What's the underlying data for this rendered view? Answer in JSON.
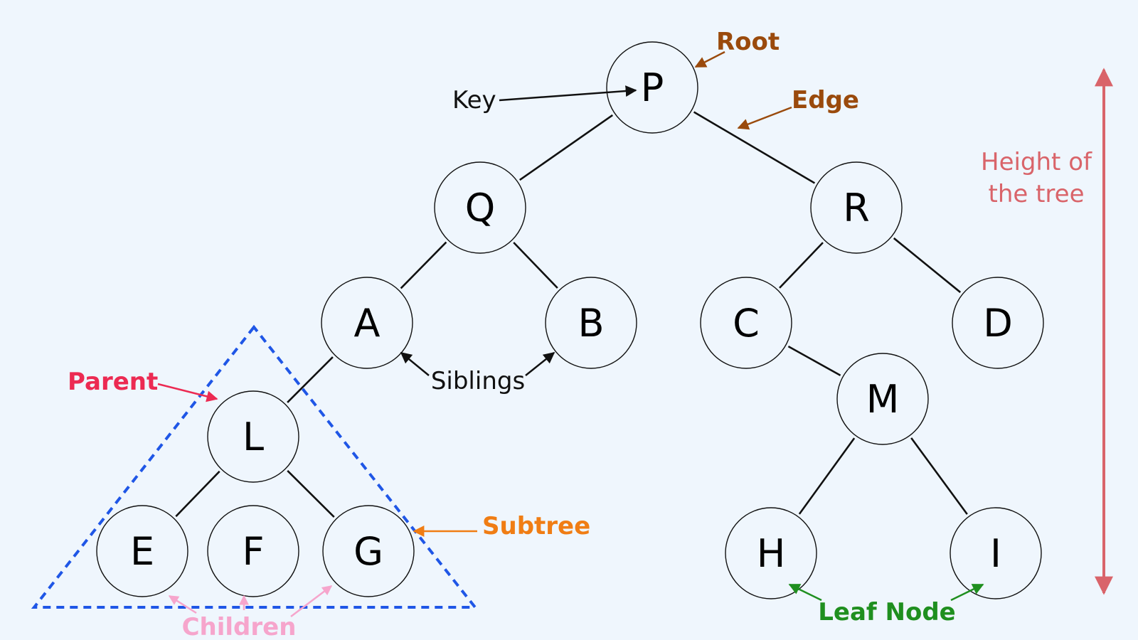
{
  "nodes": [
    {
      "id": "P",
      "label": "P"
    },
    {
      "id": "Q",
      "label": "Q"
    },
    {
      "id": "R",
      "label": "R"
    },
    {
      "id": "A",
      "label": "A"
    },
    {
      "id": "B",
      "label": "B"
    },
    {
      "id": "C",
      "label": "C"
    },
    {
      "id": "D",
      "label": "D"
    },
    {
      "id": "L",
      "label": "L"
    },
    {
      "id": "M",
      "label": "M"
    },
    {
      "id": "E",
      "label": "E"
    },
    {
      "id": "F",
      "label": "F"
    },
    {
      "id": "G",
      "label": "G"
    },
    {
      "id": "H",
      "label": "H"
    },
    {
      "id": "I",
      "label": "I"
    }
  ],
  "edges": [
    [
      "P",
      "Q"
    ],
    [
      "P",
      "R"
    ],
    [
      "Q",
      "A"
    ],
    [
      "Q",
      "B"
    ],
    [
      "R",
      "C"
    ],
    [
      "R",
      "D"
    ],
    [
      "A",
      "L"
    ],
    [
      "C",
      "M"
    ],
    [
      "L",
      "E"
    ],
    [
      "L",
      "G"
    ],
    [
      "M",
      "H"
    ],
    [
      "M",
      "I"
    ]
  ],
  "annotations": {
    "root": "Root",
    "key": "Key",
    "edge": "Edge",
    "height": [
      "Height of",
      "the tree"
    ],
    "siblings": "Siblings",
    "parent": "Parent",
    "subtree": "Subtree",
    "children": "Children",
    "leaf": "Leaf Node"
  },
  "colors": {
    "background": "#eff6fd",
    "root_edge": "#9a4a0c",
    "height": "#d9646a",
    "parent": "#ec2a52",
    "subtree": "#f07d14",
    "children": "#f6a5cc",
    "leaf": "#1f8f1f",
    "subtree_border": "#1f56e6",
    "black": "#111111"
  }
}
